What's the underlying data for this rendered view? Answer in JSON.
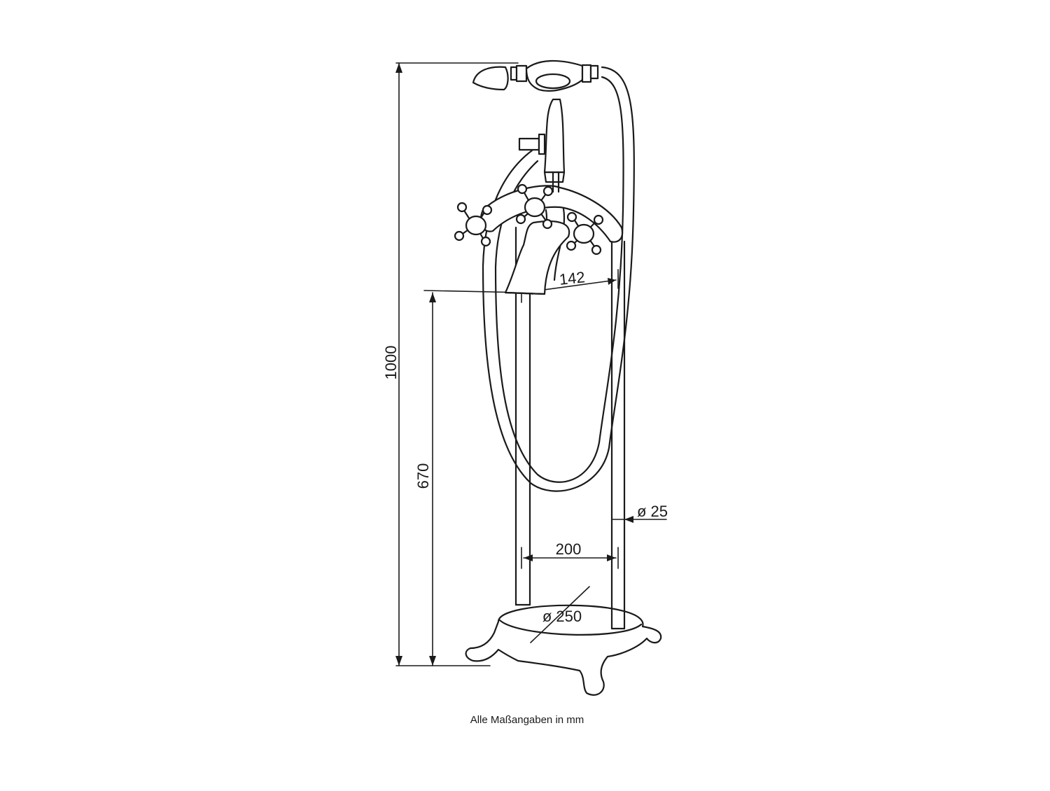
{
  "dimensions": {
    "total_height": "1000",
    "spout_height": "670",
    "spout_reach": "142",
    "pipe_spacing": "200",
    "pipe_diameter": "ø 25",
    "base_diameter": "ø 250"
  },
  "note": "Alle Maßangaben in mm",
  "colors": {
    "line": "#1a1a1a",
    "background": "#ffffff"
  }
}
